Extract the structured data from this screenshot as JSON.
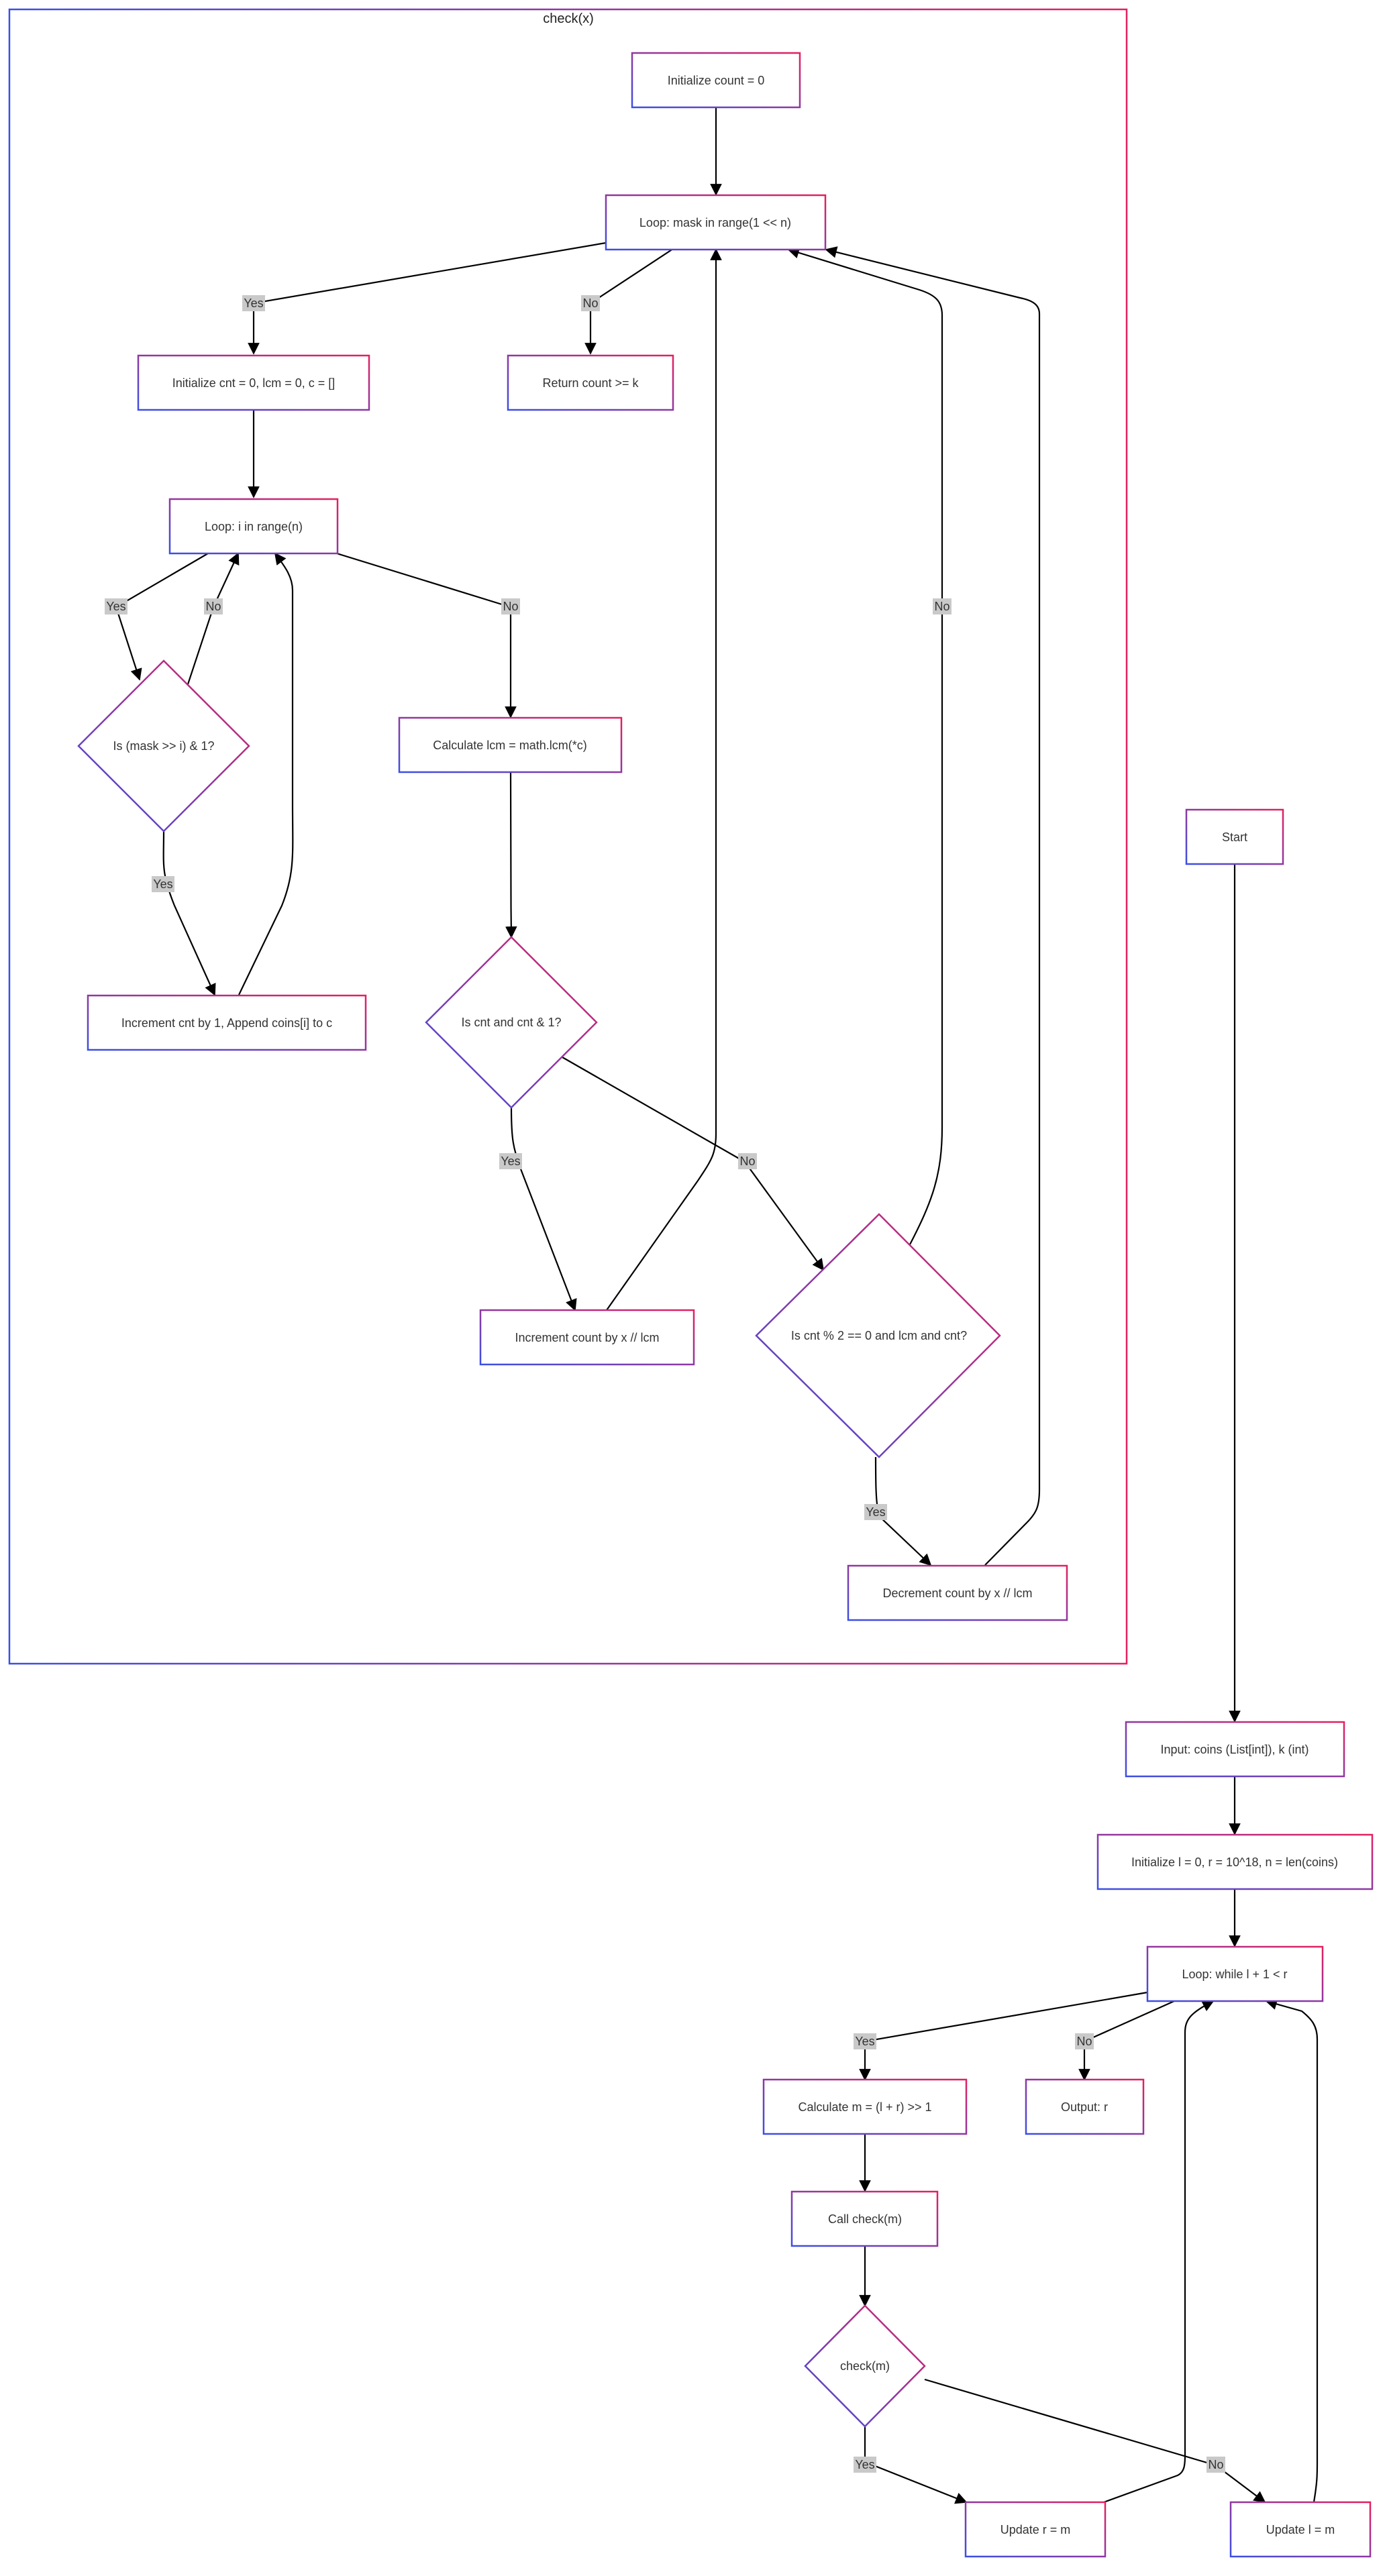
{
  "cluster": {
    "title": "check(x)"
  },
  "nodes": {
    "init_count": "Initialize count = 0",
    "loop_mask": "Loop: mask in range(1 << n)",
    "init_cnt": "Initialize cnt = 0, lcm = 0, c = []",
    "return_count": "Return count >= k",
    "loop_i": "Loop: i in range(n)",
    "is_mask": "Is (mask >> i) & 1?",
    "calc_lcm": "Calculate lcm = math.lcm(*c)",
    "inc_cnt": "Increment cnt by 1, Append coins[i] to c",
    "is_cnt": "Is cnt and cnt & 1?",
    "inc_count": "Increment count by x // lcm",
    "is_even": "Is cnt % 2 == 0 and lcm and cnt?",
    "dec_count": "Decrement count by x // lcm",
    "start": "Start",
    "input": "Input: coins (List[int]), k (int)",
    "init_lr": "Initialize l = 0, r = 10^18, n = len(coins)",
    "loop_lr": "Loop: while l + 1 < r",
    "calc_m": "Calculate m = (l + r) >> 1",
    "output": "Output: r",
    "call_check": "Call check(m)",
    "check_m": "check(m)",
    "update_r": "Update r = m",
    "update_l": "Update l = m"
  },
  "edge_labels": {
    "mask_yes": "Yes",
    "mask_no": "No",
    "i_yes": "Yes",
    "i_no": "No",
    "ismask_no": "No",
    "ismask_yes": "Yes",
    "iscnt_yes": "Yes",
    "iscnt_no": "No",
    "iseven_no": "No",
    "iseven_yes": "Yes",
    "lr_yes": "Yes",
    "lr_no": "No",
    "check_yes": "Yes",
    "check_no": "No"
  },
  "colors": {
    "gradient_start": "#3b4fe4",
    "gradient_end": "#e4205f",
    "edge": "#000000",
    "label_bg": "#c9c9c9",
    "text": "#333333"
  }
}
